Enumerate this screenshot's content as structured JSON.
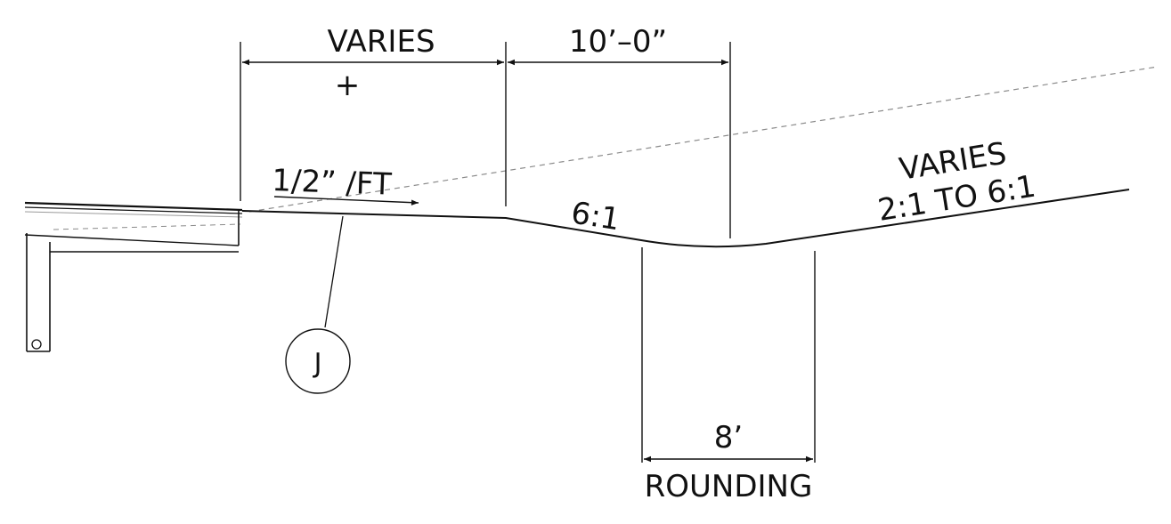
{
  "labels": {
    "dim_varies": "VARIES",
    "dim_plus": "+",
    "dim_10ft": "10’–0”",
    "slope_half_inch": "1/2” /FT",
    "slope_6_1": "6:1",
    "slope_varies": "VARIES",
    "slope_range": "2:1 TO 6:1",
    "callout_j": "J",
    "rounding_width": "8’",
    "rounding": "ROUNDING"
  },
  "colors": {
    "ink": "#111111",
    "reference_line": "#8a8a8a",
    "background": "#ffffff"
  }
}
